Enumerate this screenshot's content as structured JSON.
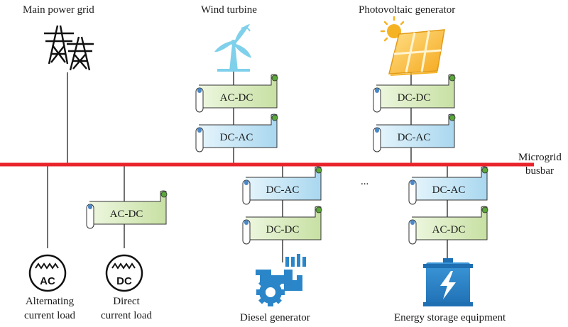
{
  "labels": {
    "main_grid": "Main power grid",
    "wind": "Wind turbine",
    "pv": "Photovoltaic generator",
    "busbar_line1": "Microgrid",
    "busbar_line2": "busbar",
    "ac_load_line1": "Alternating",
    "ac_load_line2": "current load",
    "dc_load_line1": "Direct",
    "dc_load_line2": "current load",
    "diesel": "Diesel generator",
    "storage": "Energy storage equipment",
    "ellipsis": "..."
  },
  "converters": {
    "wind_upper": "AC-DC",
    "wind_lower": "DC-AC",
    "pv_upper": "DC-DC",
    "pv_lower": "DC-AC",
    "dc_load": "AC-DC",
    "diesel_upper": "DC-AC",
    "diesel_lower": "DC-DC",
    "storage_upper": "DC-AC",
    "storage_lower": "AC-DC"
  },
  "load_symbols": {
    "ac": "AC",
    "dc": "DC"
  },
  "colors": {
    "busbar": "#e8232a",
    "converter_green": "#c7e0a3",
    "converter_blue": "#b9def0",
    "icon_blue": "#2a86c9",
    "wind_cyan": "#7fd0ea",
    "pv_orange": "#f5b324"
  }
}
